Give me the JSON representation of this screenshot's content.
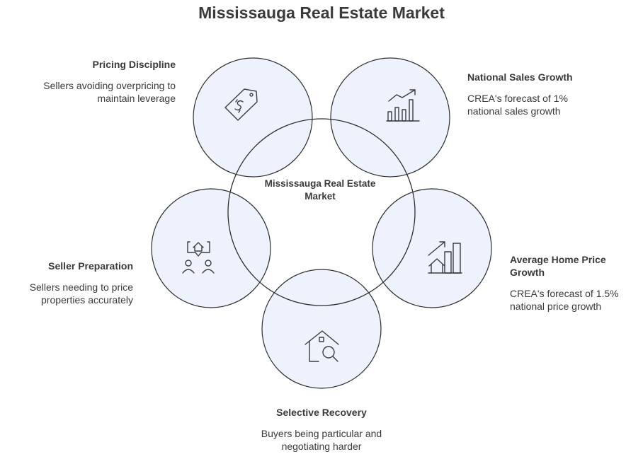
{
  "title": "Mississauga Real Estate Market",
  "center": {
    "label": "Mississauga Real Estate Market"
  },
  "nodes": {
    "pricing_discipline": {
      "title": "Pricing Discipline",
      "description": "Sellers avoiding overpricing to maintain leverage",
      "icon": "price-tag-icon"
    },
    "national_sales_growth": {
      "title": "National Sales Growth",
      "description": "CREA's forecast of 1% national sales growth",
      "icon": "growth-chart-icon"
    },
    "seller_preparation": {
      "title": "Seller Preparation",
      "description": "Sellers needing to price properties accurately",
      "icon": "people-house-icon"
    },
    "average_home_price_growth": {
      "title": "Average Home Price Growth",
      "description": "CREA's forecast of 1.5% national price growth",
      "icon": "house-bar-chart-icon"
    },
    "selective_recovery": {
      "title": "Selective Recovery",
      "description": "Buyers being particular and negotiating harder",
      "icon": "house-search-icon"
    }
  },
  "colors": {
    "circle_fill": "#edf2fc",
    "circle_stroke": "#2e2e2e",
    "text": "#3a3a3a"
  }
}
